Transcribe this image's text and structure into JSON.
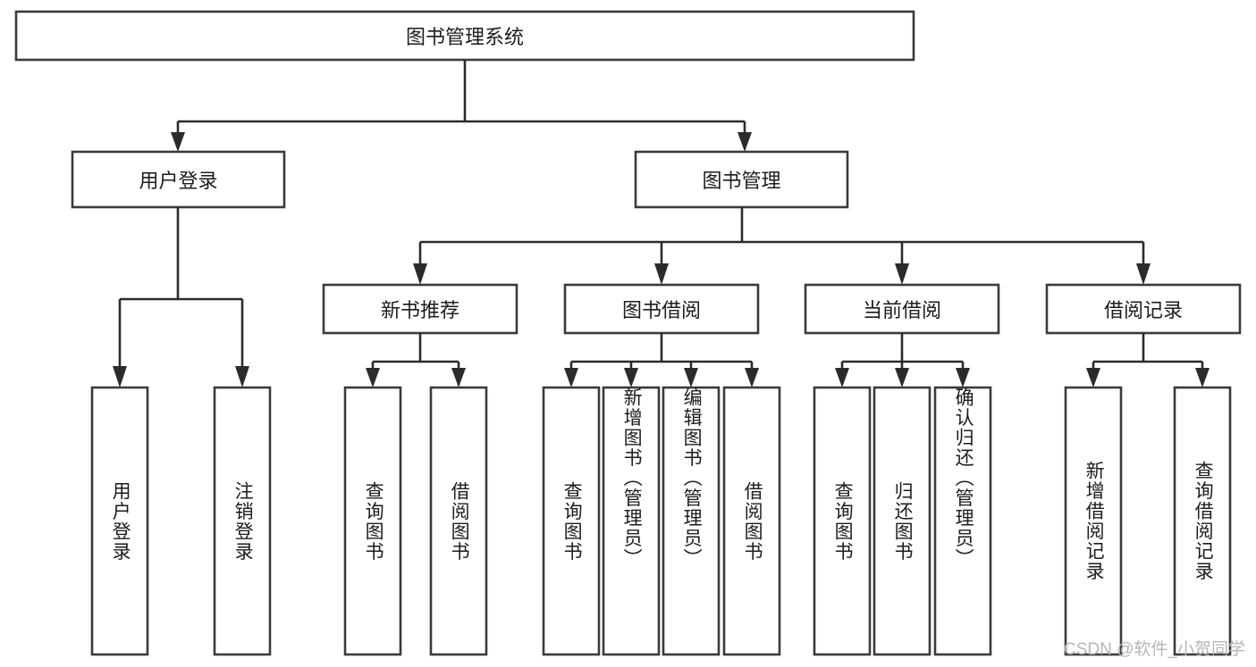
{
  "diagram": {
    "title": "图书管理系统",
    "type": "tree-hierarchy-chart",
    "root": {
      "label": "图书管理系统"
    },
    "level2": [
      {
        "id": "user-login",
        "label": "用户登录"
      },
      {
        "id": "book-manage",
        "label": "图书管理"
      }
    ],
    "level3": [
      {
        "id": "new-book-recommend",
        "label": "新书推荐",
        "parent": "book-manage"
      },
      {
        "id": "book-borrow",
        "label": "图书借阅",
        "parent": "book-manage"
      },
      {
        "id": "current-borrow",
        "label": "当前借阅",
        "parent": "book-manage"
      },
      {
        "id": "borrow-record",
        "label": "借阅记录",
        "parent": "book-manage"
      }
    ],
    "leaves": [
      {
        "id": "leaf-user-login",
        "label": "用户登录",
        "parent": "user-login"
      },
      {
        "id": "leaf-logout-login",
        "label": "注销登录",
        "parent": "user-login"
      },
      {
        "id": "leaf-query-book-1",
        "label": "查询图书",
        "parent": "new-book-recommend"
      },
      {
        "id": "leaf-borrow-book-1",
        "label": "借阅图书",
        "parent": "new-book-recommend"
      },
      {
        "id": "leaf-query-book-2",
        "label": "查询图书",
        "parent": "book-borrow"
      },
      {
        "id": "leaf-add-book",
        "label": "新增图书（管理员）",
        "parent": "book-borrow"
      },
      {
        "id": "leaf-edit-book",
        "label": "编辑图书（管理员）",
        "parent": "book-borrow"
      },
      {
        "id": "leaf-borrow-book-2",
        "label": "借阅图书",
        "parent": "book-borrow"
      },
      {
        "id": "leaf-query-book-3",
        "label": "查询图书",
        "parent": "current-borrow"
      },
      {
        "id": "leaf-return-book",
        "label": "归还图书",
        "parent": "current-borrow"
      },
      {
        "id": "leaf-confirm-return",
        "label": "确认归还（管理员）",
        "parent": "current-borrow"
      },
      {
        "id": "leaf-add-record",
        "label": "新增借阅记录",
        "parent": "borrow-record"
      },
      {
        "id": "leaf-query-record",
        "label": "查询借阅记录",
        "parent": "borrow-record"
      }
    ],
    "colors": {
      "box_stroke": "#3a3a3a",
      "connector": "#2b2b2b",
      "background": "#ffffff",
      "text": "#1c1c1c",
      "watermark": "#b6b6b6"
    }
  },
  "watermark": {
    "text": "CSDN @软件_小贺同学"
  }
}
